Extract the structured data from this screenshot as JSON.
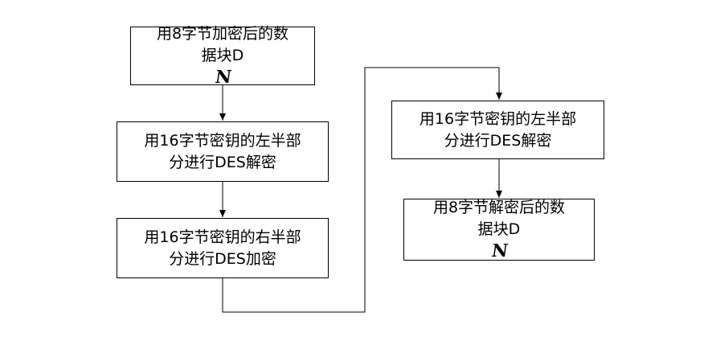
{
  "steps": {
    "encrypted_block": {
      "line1": "用8字节加密后的数",
      "line2_text": "据块D",
      "line2_sub": "N"
    },
    "des_decrypt_left_1": {
      "line1": "用16字节密钥的左半部",
      "line2": "分进行DES解密"
    },
    "des_encrypt_right": {
      "line1": "用16字节密钥的右半部",
      "line2": "分进行DES加密"
    },
    "des_decrypt_left_2": {
      "line1": "用16字节密钥的左半部",
      "line2": "分进行DES解密"
    },
    "decrypted_block": {
      "line1": "用8字节解密后的数",
      "line2_text": "据块D",
      "line2_sub": "N"
    }
  }
}
